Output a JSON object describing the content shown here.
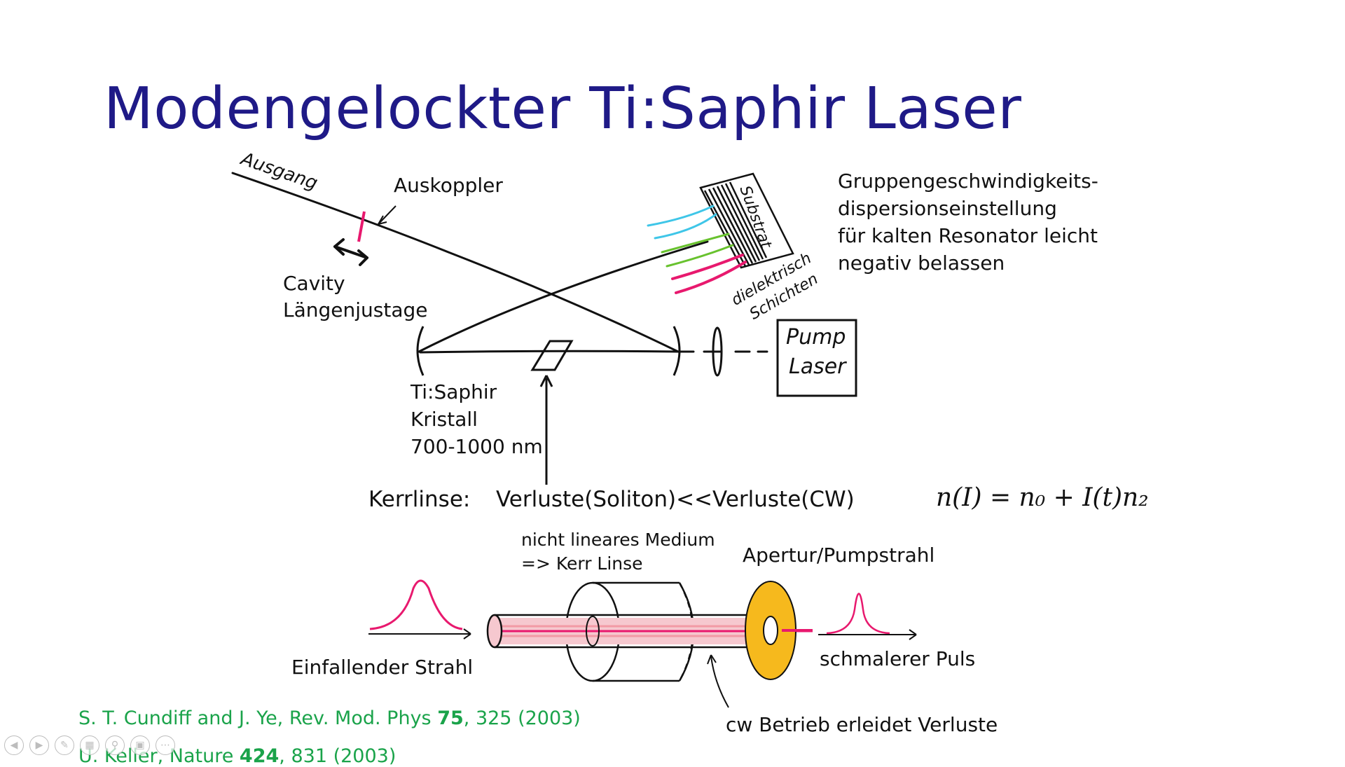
{
  "slide": {
    "title": "Modengelockter Ti:Saphir Laser"
  },
  "cavity": {
    "output_label": "Ausgang",
    "coupler_label": "Auskoppler",
    "cavity_label_1": "Cavity",
    "cavity_label_2": "Längenjustage",
    "crystal_label_1": "Ti:Saphir",
    "crystal_label_2": "Kristall",
    "crystal_label_3": "700-1000 nm",
    "pump_label_1": "Pump",
    "pump_label_2": "Laser",
    "mirror_substrate_label": "Substrat",
    "mirror_layers_label_1": "dielektrisch",
    "mirror_layers_label_2": "Schichten",
    "gdd_line_1": "Gruppengeschwindigkeits-",
    "gdd_line_2": "dispersionseinstellung",
    "gdd_line_3": "für kalten Resonator leicht",
    "gdd_line_4": "negativ belassen"
  },
  "kerr": {
    "label": "Kerrlinse:",
    "statement": "Verluste(Soliton)<<Verluste(CW)",
    "equation": "n(I) = n₀ + I(t)n₂",
    "medium_line_1": "nicht lineares Medium",
    "medium_line_2": "=> Kerr Linse",
    "aperture_label": "Apertur/Pumpstrahl",
    "incident_label": "Einfallender Strahl",
    "narrow_pulse_label": "schmalerer Puls",
    "cw_loss_label": "cw Betrieb erleidet Verluste"
  },
  "references": [
    {
      "pre": "S. T. Cundiff and J. Ye, Rev. Mod. Phys ",
      "bold": "75",
      "post": ", 325 (2003)"
    },
    {
      "pre": "U. Keller, Nature ",
      "bold": "424",
      "post": ", 831 (2003)"
    }
  ],
  "colors": {
    "title": "#1f1a87",
    "reference": "#1aa34a",
    "pink": "#e8196e",
    "aperture": "#f6b91d",
    "cyan": "#3fc6e8",
    "green": "#68c22e"
  },
  "nav": {
    "icons": [
      "prev-icon",
      "next-icon",
      "pen-icon",
      "slides-icon",
      "zoom-icon",
      "subtitle-icon",
      "more-icon"
    ]
  }
}
